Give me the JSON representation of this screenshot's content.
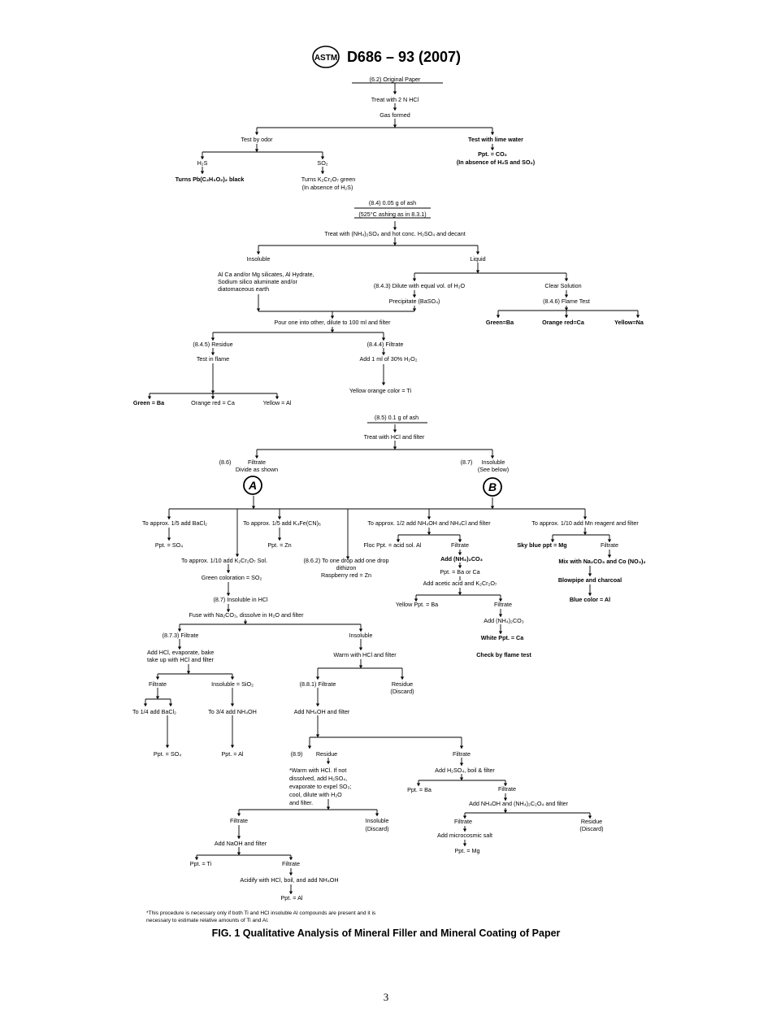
{
  "header": {
    "logo_text": "ASTM",
    "title": "D686 – 93 (2007)"
  },
  "flow": {
    "t1": "(6.2) Original Paper",
    "t2": "Treat with 2 N HCl",
    "t3": "Gas formed",
    "t4": "Test by odor",
    "t5": "Test with lime water",
    "t6": "H₂S",
    "t7": "SO₂",
    "t8": "Ppt. = CO₂",
    "t9": "(In absence of H₂S and SO₂)",
    "t10": "Turns Pb(C₂H₃O₂)₂ black",
    "t11": "Turns K₂Cr₂O₇ green",
    "t12": "(In absence of H₂S)",
    "t13": "(8.4) 0.05 g of ash",
    "t14": "(525°C ashing as in 8.3.1)",
    "t15": "Treat with (NH₄)₂SO₄ and hot conc. H₂SO₄ and decant",
    "t16": "Insoluble",
    "t17": "Liquid",
    "t18": "Al Ca and/or Mg silicates, Al Hydrate,",
    "t19": "Sodium silico aluminate and/or",
    "t20": "diatomaceous earth",
    "t21": "(8.4.3) Dilute with equal vol. of H₂O",
    "t22": "Clear Solution",
    "t23": "Precipitate (BaSO₄)",
    "t24": "(8.4.6) Flame Test",
    "t25": "Green=Ba",
    "t26": "Orange red=Ca",
    "t27": "Yellow=Na",
    "t28": "Pour one into other, dilute to 100 ml and filter",
    "t29": "(8.4.5) Residue",
    "t30": "(8.4.4) Filtrate",
    "t31": "Test in flame",
    "t32": "Add 1 ml of 30% H₂O₂",
    "t33": "Yellow orange color = Ti",
    "t34": "Green = Ba",
    "t35": "Orange red = Ca",
    "t36": "Yellow = Al",
    "t37": "(8.5) 0.1 g of ash",
    "t38": "Treat with HCl and filter",
    "t39": "(8.6)",
    "t40": "Filtrate",
    "t41": "Divide as shown",
    "t42": "(8.7)",
    "t43": "Insoluble",
    "t44": "(See below)",
    "circA": "A",
    "circB": "B",
    "t45": "To approx. 1/5 add BaCl₂",
    "t46": "To approx. 1/5 add K₄Fe(CN)₆",
    "t47": "To approx. 1/2 add NH₄OH and NH₄Cl and filter",
    "t48": "To approx. 1/10 add Mn reagent and filter",
    "t49": "Ppt. = SO₄",
    "t50": "Ppt. = Zn",
    "t51": "Floc Ppt. = acid sol. Al",
    "t52": "Filtrate",
    "t53": "Sky blue ppt = Mg",
    "t54": "Filtrate",
    "t55": "To approx. 1/10 add K₂Cr₂O₇ Sol.",
    "t56": "(8.6.2) To one drop add one drop",
    "t57": "dithizon",
    "t58": "Raspberry red = Zn",
    "t59": "Add (NH₄)₂CO₃",
    "t60": "Ppt. = Ba or Ca",
    "t61": "Mix with Na₂CO₃ and Co (NO₃)₂",
    "t62": "Green coloration = SO₂",
    "t63": "Add acetic acid and K₂Cr₂O₇",
    "t64": "Blowpipe and charcoal",
    "t65": "(8.7) Insoluble in HCl",
    "t66": "Yellow Ppt. = Ba",
    "t67": "Filtrate",
    "t68": "Blue color = Al",
    "t69": "Fuse with Na₂CO₃, dissolve in H₂O and filter",
    "t70": "Add (NH₄)₂CO₃",
    "t71": "(8.7.3) Filtrate",
    "t72": "Insoluble",
    "t73": "White Ppt. = Ca",
    "t74": "Add HCl, evaporate, bake",
    "t75": "take up with HCl and filter",
    "t76": "Warm with HCl and filter",
    "t77": "Check by flame test",
    "t78": "Filtrate",
    "t79": "Insoluble = SiO₂",
    "t80": "(8.8.1) Filtrate",
    "t81": "Residue",
    "t82": "(Discard)",
    "t83": "To 1/4 add BaCl₂",
    "t84": "To 3/4 add NH₄OH",
    "t85": "Add NH₄OH and filter",
    "t86": "Ppt. = SO₄",
    "t87": "Ppt. = Al",
    "t88": "(8.9)",
    "t89": "Residue",
    "t90": "Filtrate",
    "t91": "*Warm with HCl. If not",
    "t92": "dissolved, add H₂SO₄,",
    "t93": "evaporate to expel SO₃;",
    "t94": "cool, dilute with H₂O",
    "t95": "and filter.",
    "t96": "Add H₂SO₄, boil & filter",
    "t97": "Ppt. = Ba",
    "t98": "Filtrate",
    "t99": "Add NH₄OH and (NH₄)₂C₂O₄ and filter",
    "t100": "Filtrate",
    "t101": "Insoluble",
    "t102": "(Discard)",
    "t103": "Filtrate",
    "t104": "Residue",
    "t105": "(Discard)",
    "t106": "Add microcosmic salt",
    "t107": "Add NaOH and filter",
    "t108": "Ppt. = Mg",
    "t109": "Ppt. = Ti",
    "t110": "Filtrate",
    "t111": "Acidify with HCl, boil, and add NH₄OH",
    "t112": "Ppt. = Al"
  },
  "footnote": {
    "line1": "*This procedure is necessary only if both Ti and HCl insoluble Al compounds are present and it is",
    "line2": "necessary to estimate relative amounts of Ti and Al."
  },
  "caption": "FIG. 1 Qualitative Analysis of Mineral Filler and Mineral Coating of Paper",
  "page_number": "3"
}
